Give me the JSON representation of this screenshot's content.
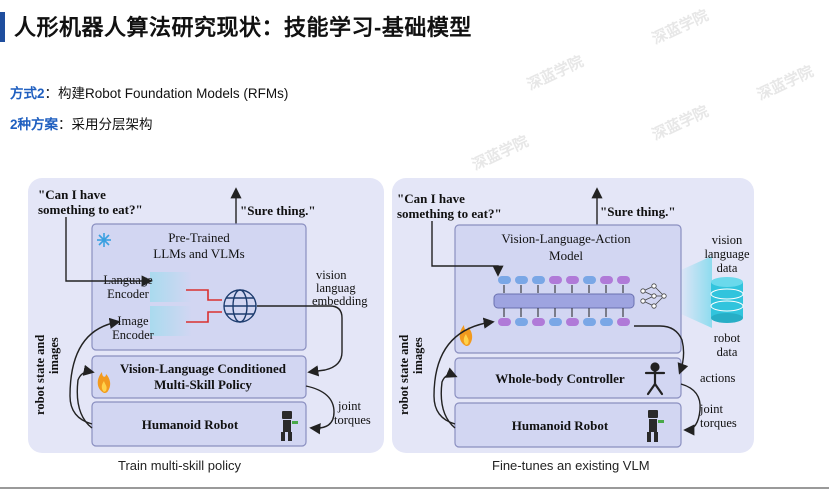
{
  "page": {
    "title": "人形机器人算法研究现状：技能学习-基础模型",
    "method_label": "方式2",
    "method_text": "：构建Robot Foundation Models (RFMs)",
    "scheme_label": "2种方案",
    "scheme_text": "：采用分层架构",
    "watermark": "深蓝学院"
  },
  "left_diagram": {
    "prompt_line1": "\"Can I have",
    "prompt_line2": "something to eat?\"",
    "reply": "\"Sure thing.\"",
    "pretrained_line1": "Pre-Trained",
    "pretrained_line2": "LLMs and VLMs",
    "language_encoder_line1": "Language",
    "language_encoder_line2": "Encoder",
    "image_encoder_line1": "Image",
    "image_encoder_line2": "Encoder",
    "embedding_line1": "vision",
    "embedding_line2": "languag",
    "embedding_line3": "embedding",
    "policy_line1": "Vision-Language Conditioned",
    "policy_line2": "Multi-Skill Policy",
    "robot": "Humanoid Robot",
    "state_line1": "robot state and",
    "state_line2": "images",
    "torques_line1": "joint",
    "torques_line2": "torques",
    "caption": "Train multi-skill policy"
  },
  "right_diagram": {
    "prompt_line1": "\"Can I have",
    "prompt_line2": "something to eat?\"",
    "reply": "\"Sure thing.\"",
    "vla_line1": "Vision-Language-Action",
    "vla_line2": "Model",
    "data_line1": "vision",
    "data_line2": "language",
    "data_line3": "data",
    "robot_data_line1": "robot",
    "robot_data_line2": "data",
    "controller": "Whole-body Controller",
    "actions": "actions",
    "robot": "Humanoid Robot",
    "state_line1": "robot state and",
    "state_line2": "images",
    "torques_line1": "joint",
    "torques_line2": "torques",
    "caption": "Fine-tunes an existing VLM"
  },
  "colors": {
    "title_accent": "#1f4e9e",
    "label_blue": "#1f5fc0",
    "panel_bg": "#e4e6f7",
    "box_bg": "#d2d6f2",
    "box_border": "#8a8fc0",
    "encoder_cyan": "#bfe8f3",
    "red_connector": "#d93030",
    "token_blue": "#7aa7e6",
    "token_purple": "#b07ad8",
    "database_cyan": "#31c4dd",
    "flame": "#f29a1e"
  },
  "icons": [
    "snowflake-icon",
    "flame-icon",
    "globe-icon",
    "neural-net-icon",
    "database-icon",
    "robot-icon",
    "humanoid-icon"
  ]
}
